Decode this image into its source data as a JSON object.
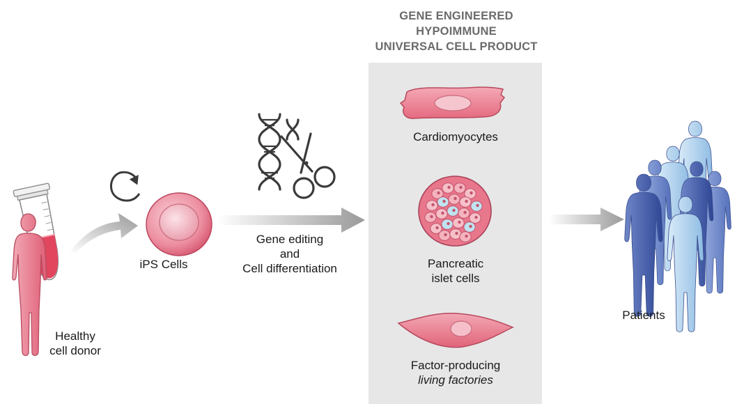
{
  "product_panel": {
    "title_line1": "GENE ENGINEERED",
    "title_line2": "HYPOIMMUNE",
    "title_line3": "UNIVERSAL CELL PRODUCT",
    "cell_types": [
      {
        "line1": "Cardiomyocytes"
      },
      {
        "line1": "Pancreatic",
        "line2": "islet cells"
      },
      {
        "line1": "Factor-producing",
        "line2": "living factories"
      }
    ]
  },
  "donor": {
    "line1": "Healthy",
    "line2": "cell donor"
  },
  "ips": {
    "label": "iPS Cells"
  },
  "editing": {
    "line1": "Gene editing",
    "line2": "and",
    "line3": "Cell differentiation"
  },
  "patients": {
    "label": "Patients"
  },
  "colors": {
    "pink": "#e8778a",
    "pink_light": "#f3b4bf",
    "arrow_gray": "#9a9a9a",
    "panel_gray": "#e7e7e8",
    "blue_dark": "#3d57a6",
    "blue_light": "#a9cdeb",
    "icon_dark": "#3a3a3a"
  },
  "icons": [
    "test-tube-icon",
    "cycle-arrow-icon",
    "dna-helix-icon",
    "scissors-icon"
  ]
}
